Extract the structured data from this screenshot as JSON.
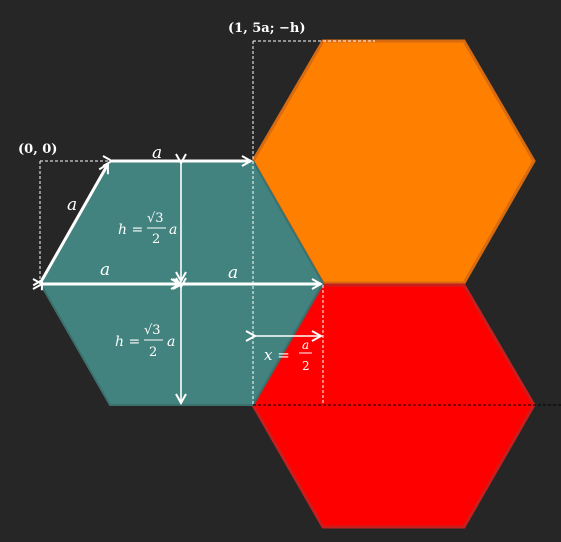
{
  "colors": {
    "background": "#262626",
    "teal": "#43837f",
    "orange": "#ff8000",
    "orange_edge": "#d86a10",
    "red": "#ff0000",
    "red_edge": "#c81e1e",
    "arrow": "#ffffff",
    "dashed": "#ffffff"
  },
  "labels": {
    "origin": "(0, 0)",
    "corner": "(1, 5a; −h)",
    "a": "a",
    "h_eq": "h =",
    "sqrt3": "√3",
    "two": "2",
    "x_eq": "x =",
    "frac_a": "a"
  }
}
